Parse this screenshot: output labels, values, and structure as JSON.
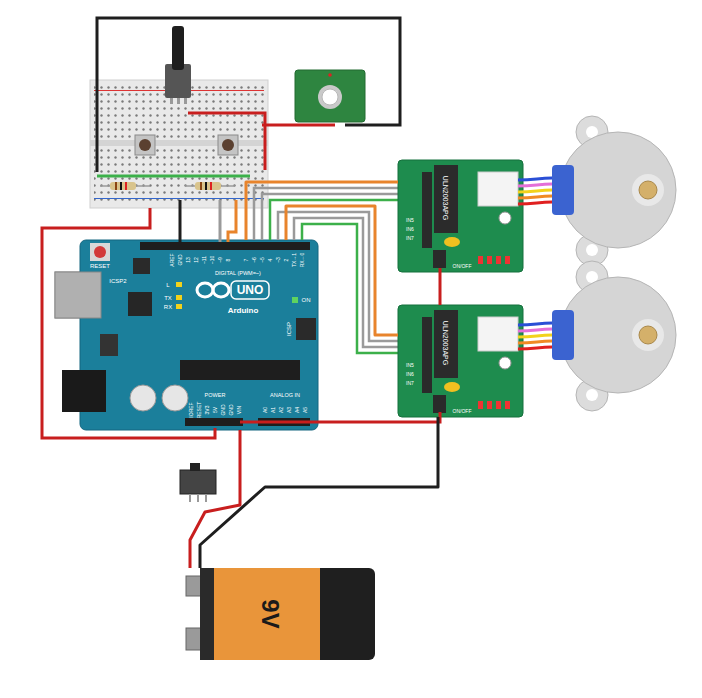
{
  "diagram": {
    "nodes": [
      {
        "text": [
          "UNO",
          "Arduino"
        ]
      },
      {
        "text": [
          "ULN2003APG"
        ]
      },
      {
        "text": [
          "ULN2003APG"
        ]
      },
      {
        "text": [
          "9V"
        ]
      }
    ],
    "edges": [
      {
        "from": 0,
        "to": 1,
        "arrow": "none"
      },
      {
        "from": 0,
        "to": 2,
        "arrow": "none"
      },
      {
        "from": 3,
        "to": 2,
        "arrow": "none"
      },
      {
        "from": 3,
        "to": 0,
        "arrow": "none"
      }
    ],
    "labels": [
      "RESET",
      "ICSP2",
      "L",
      "TX",
      "RX",
      "ON",
      "ICSP",
      "DIGITAL (PWM=~)",
      "AREF",
      "GND",
      "13",
      "12",
      "~11",
      "~10",
      "~9",
      "8",
      "7",
      "~6",
      "~5",
      "4",
      "~3",
      "2",
      "TX→1",
      "RX←0",
      "POWER",
      "IOREF",
      "RESET",
      "3V3",
      "5V",
      "GND",
      "GND",
      "VIN",
      "ANALOG IN",
      "A0",
      "A1",
      "A2",
      "A3",
      "A4",
      "A5",
      "IN5",
      "IN6",
      "IN7",
      "ON/OFF",
      "IN5",
      "IN6",
      "IN7",
      "ON/OFF"
    ]
  }
}
